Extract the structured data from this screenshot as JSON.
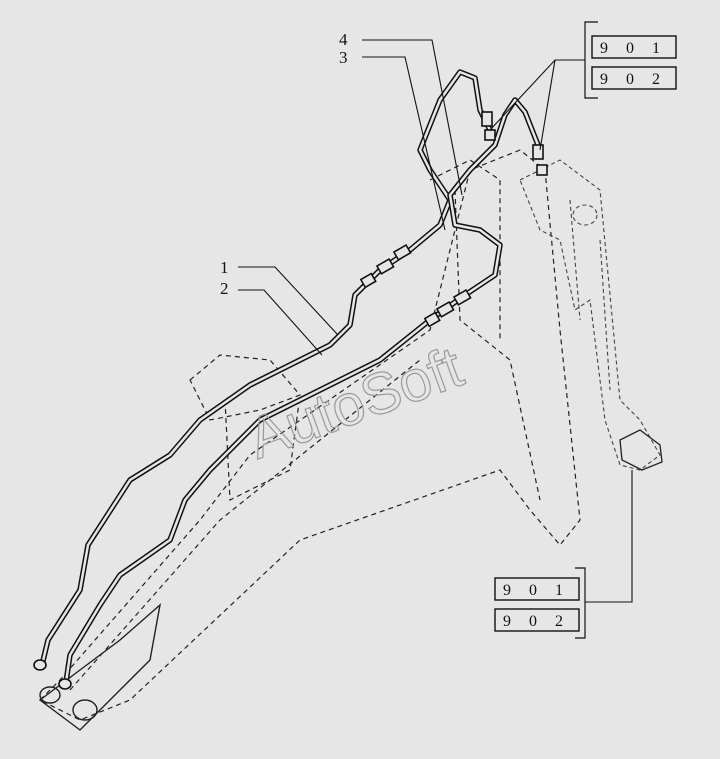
{
  "diagram": {
    "callouts": {
      "c1": "1",
      "c2": "2",
      "c3": "3",
      "c4": "4"
    },
    "ref_top": [
      "9 0 1",
      "9 0 2"
    ],
    "ref_bottom": [
      "9 0 1",
      "9 0 2"
    ],
    "watermark": "AutoSoft"
  }
}
